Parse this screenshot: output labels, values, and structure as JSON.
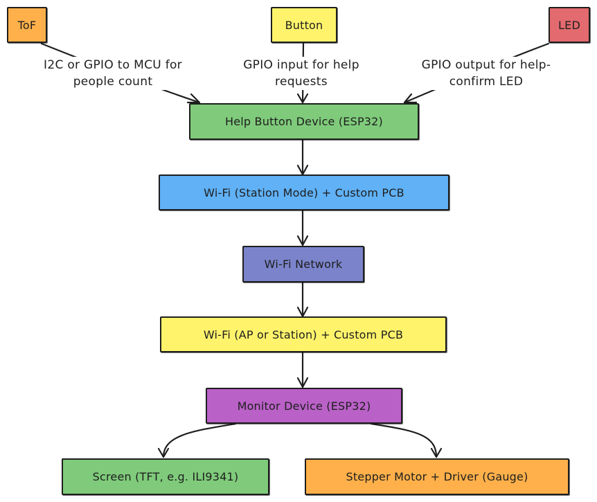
{
  "nodes": {
    "tof": {
      "text": "ToF",
      "color": "#ffb04a"
    },
    "button": {
      "text": "Button",
      "color": "#fff36b"
    },
    "led": {
      "text": "LED",
      "color": "#e36a6e"
    },
    "help_device": {
      "text": "Help Button Device (ESP32)",
      "color": "#7fcb7b"
    },
    "wifi_station": {
      "text": "Wi-Fi (Station Mode) + Custom PCB",
      "color": "#60b1f5"
    },
    "wifi_network": {
      "text": "Wi-Fi Network",
      "color": "#7b84cb"
    },
    "wifi_ap": {
      "text": "Wi-Fi (AP or Station) + Custom PCB",
      "color": "#fff36b"
    },
    "monitor_device": {
      "text": "Monitor Device (ESP32)",
      "color": "#ba61c8"
    },
    "screen": {
      "text": "Screen (TFT, e.g. ILI9341)",
      "color": "#7fcb7b"
    },
    "stepper": {
      "text": "Stepper Motor + Driver (Gauge)",
      "color": "#ffb04a"
    }
  },
  "edge_labels": {
    "tof": "I2C or GPIO to MCU for\npeople count",
    "button": "GPIO input for help\nrequests",
    "led": "GPIO output for help-\nconfirm LED"
  }
}
